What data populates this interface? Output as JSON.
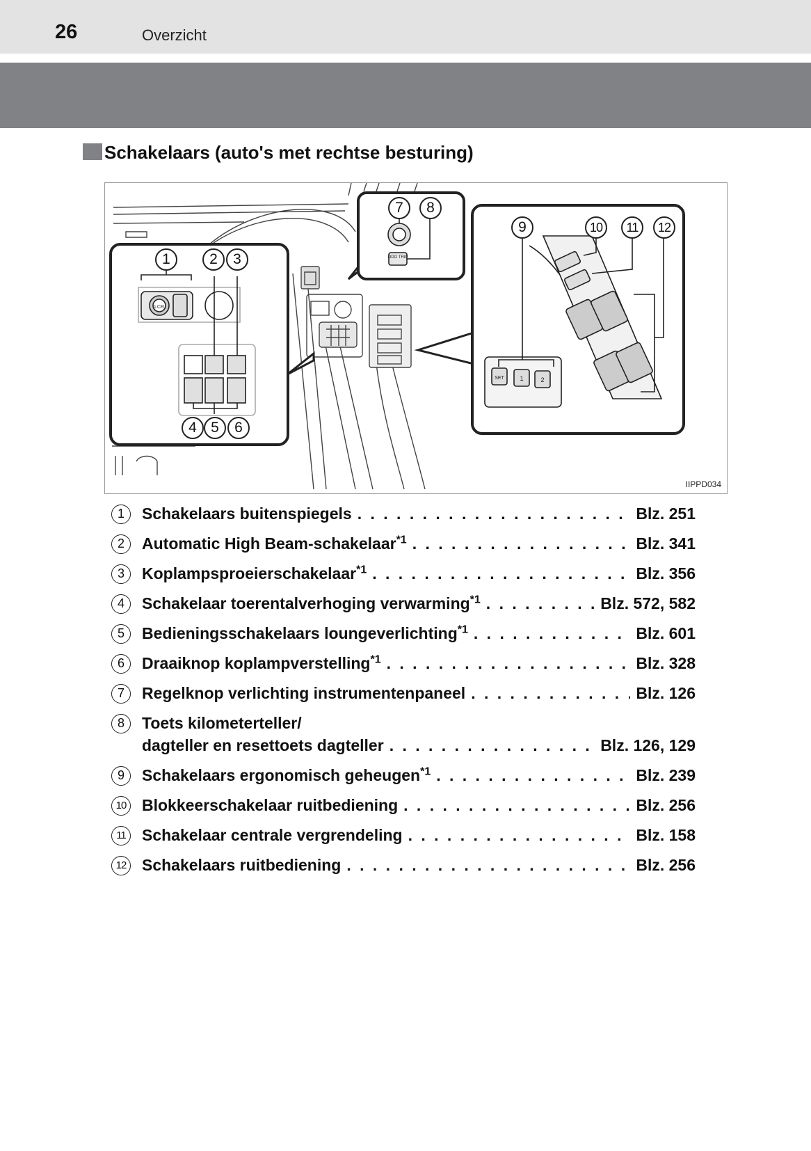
{
  "header": {
    "page_number": "26",
    "section": "Overzicht"
  },
  "heading": "Schakelaars (auto's met rechtse besturing)",
  "figure": {
    "code": "IIPPD034",
    "callouts": [
      "1",
      "2",
      "3",
      "4",
      "5",
      "6",
      "7",
      "8",
      "9",
      "10",
      "11",
      "12"
    ],
    "panel_text": {
      "lcr": "LCR",
      "odo": "ODO TRIP",
      "set": "SET",
      "mem1": "1",
      "mem2": "2"
    }
  },
  "items": [
    {
      "num": "1",
      "label": "Schakelaars buitenspiegels",
      "sup": "",
      "page": "Blz. 251"
    },
    {
      "num": "2",
      "label": "Automatic High Beam-schakelaar",
      "sup": "*1",
      "page": "Blz. 341"
    },
    {
      "num": "3",
      "label": "Koplampsproeierschakelaar",
      "sup": "*1",
      "page": "Blz. 356"
    },
    {
      "num": "4",
      "label": "Schakelaar toerentalverhoging verwarming",
      "sup": "*1",
      "page": "Blz. 572, 582"
    },
    {
      "num": "5",
      "label": "Bedieningsschakelaars loungeverlichting",
      "sup": "*1",
      "page": "Blz. 601"
    },
    {
      "num": "6",
      "label": "Draaiknop koplampverstelling",
      "sup": "*1",
      "page": "Blz. 328"
    },
    {
      "num": "7",
      "label": "Regelknop verlichting instrumentenpaneel",
      "sup": "",
      "page": "Blz. 126"
    },
    {
      "num": "8",
      "label": "Toets kilometerteller/",
      "label2": "dagteller en resettoets dagteller",
      "sup": "",
      "page": "Blz. 126, 129"
    },
    {
      "num": "9",
      "label": "Schakelaars ergonomisch geheugen",
      "sup": "*1",
      "page": "Blz. 239"
    },
    {
      "num": "10",
      "label": "Blokkeerschakelaar ruitbediening",
      "sup": "",
      "page": "Blz. 256"
    },
    {
      "num": "11",
      "label": "Schakelaar centrale vergrendeling",
      "sup": "",
      "page": "Blz. 158"
    },
    {
      "num": "12",
      "label": "Schakelaars ruitbediening",
      "sup": "",
      "page": "Blz. 256"
    }
  ]
}
